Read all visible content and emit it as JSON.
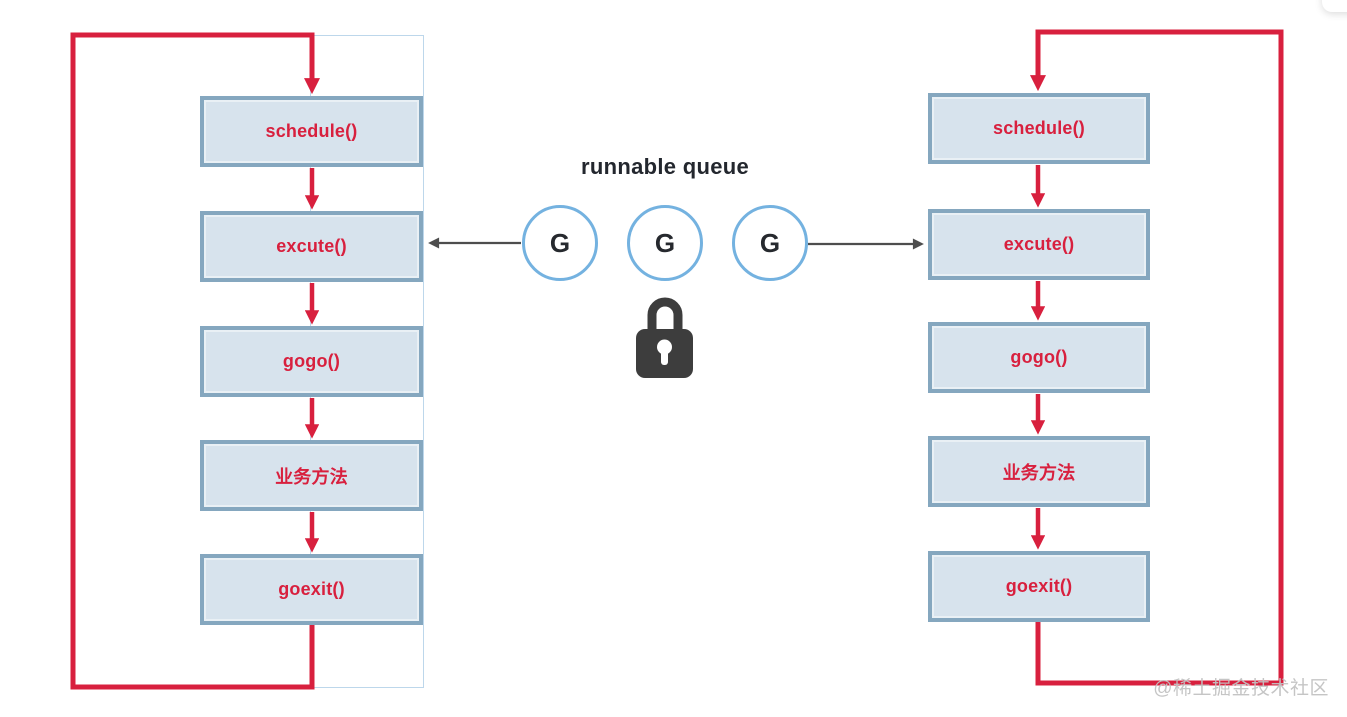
{
  "queue": {
    "title": "runnable queue",
    "goroutines": [
      "G",
      "G",
      "G"
    ],
    "lock_icon": "lock-icon"
  },
  "columns": {
    "left": {
      "boxes": [
        "schedule()",
        "excute()",
        "gogo()",
        "业务方法",
        "goexit()"
      ]
    },
    "right": {
      "boxes": [
        "schedule()",
        "excute()",
        "gogo()",
        "业务方法",
        "goexit()"
      ]
    }
  },
  "watermark": {
    "text": "@稀土掘金技术社区"
  },
  "colors": {
    "red": "#d8203e",
    "box_fill": "#d7e3ed",
    "box_border": "#85a7bf",
    "circle_border": "#74b2e0",
    "arrow_gray": "#4d4d4d",
    "lock": "#3d3d3d",
    "frame": "#bdd7eb",
    "watermark": "#c2c2c2",
    "title_ink": "#23272e"
  }
}
